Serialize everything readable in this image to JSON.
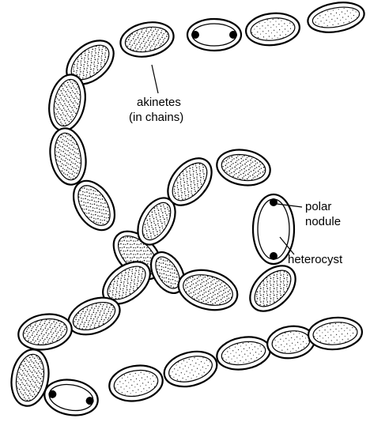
{
  "labels": {
    "akinetes_line1": "akinetes",
    "akinetes_line2": "(in chains)",
    "polar_line1": "polar",
    "polar_line2": "nodule",
    "heterocyst": "heterocyst"
  },
  "colors": {
    "ink": "#000000",
    "background": "#ffffff"
  }
}
